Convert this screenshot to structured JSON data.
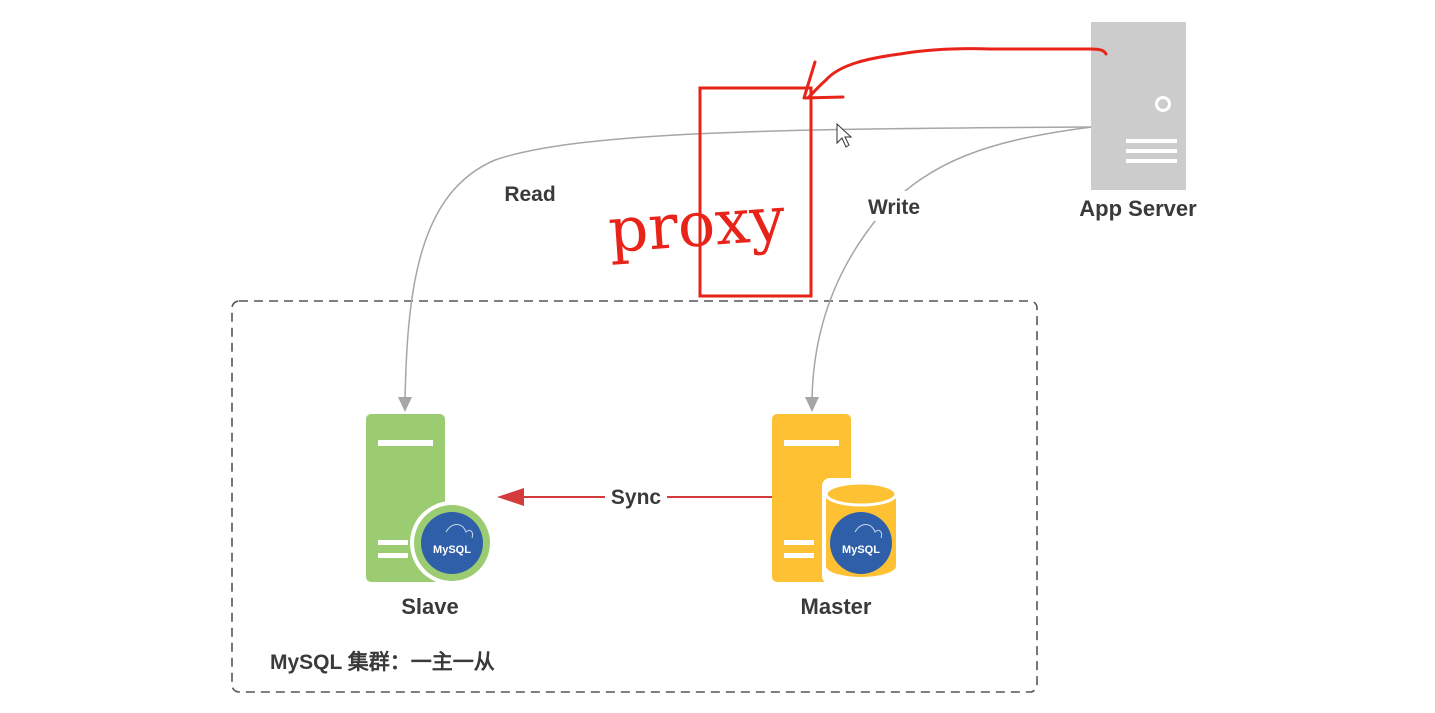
{
  "labels": {
    "app_server": "App Server",
    "read": "Read",
    "write": "Write",
    "sync": "Sync",
    "slave": "Slave",
    "master": "Master",
    "cluster": "MySQL 集群：一主一从",
    "mysql_logo_slave": "MySQL",
    "mysql_logo_master": "MySQL"
  },
  "annotation": {
    "proxy_text": "proxy"
  },
  "colors": {
    "app_server": "#cccccc",
    "slave": "#9ccc72",
    "master": "#fdc133",
    "mysql_badge": "#2f5fa8",
    "sync_arrow": "#d43c3c",
    "connector": "#a6a6a6",
    "annotation": "#e8231a",
    "cluster_border": "#555555"
  }
}
